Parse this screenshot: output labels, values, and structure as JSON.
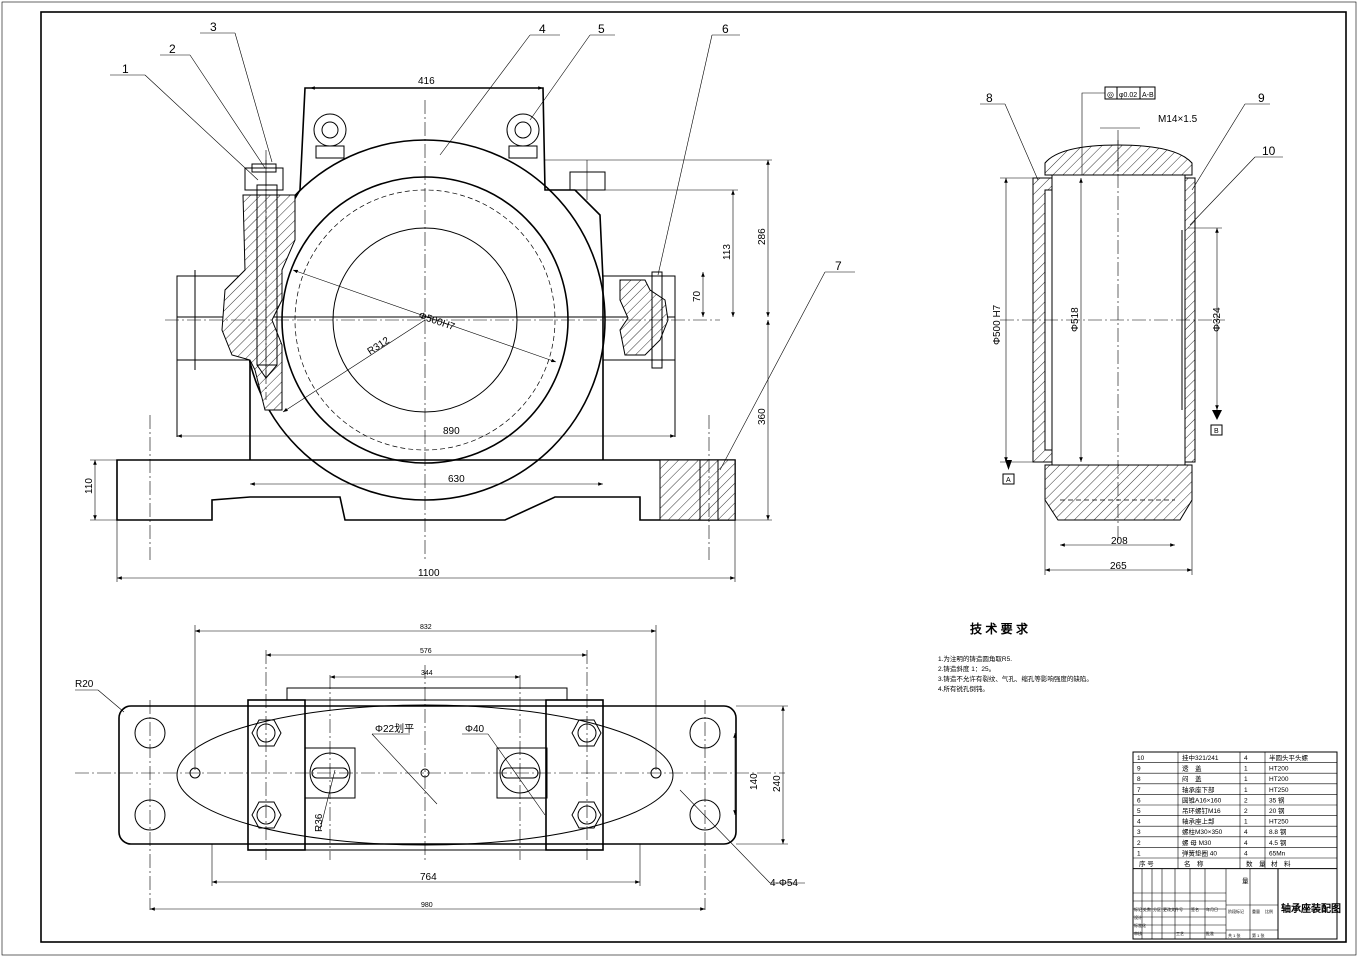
{
  "balloons": [
    "1",
    "2",
    "3",
    "4",
    "5",
    "6",
    "7",
    "8",
    "9",
    "10"
  ],
  "front_view": {
    "dims": {
      "w416": "416",
      "h286": "286",
      "h113": "113",
      "h70": "70",
      "d500": "Φ500H7",
      "r312": "R312",
      "w890": "890",
      "w630": "630",
      "h360": "360",
      "h110": "110",
      "w1100": "1100"
    }
  },
  "side_view": {
    "tolerance": [
      "◎",
      "φ0.02",
      "A-B"
    ],
    "thread": "M14×1.5",
    "dims": {
      "d500": "Φ500 H7",
      "d518": "Φ518",
      "d324": "Φ324",
      "w208": "208",
      "w265": "265"
    },
    "datums": [
      "A",
      "B"
    ]
  },
  "top_view": {
    "dims": {
      "w832": "832",
      "w576": "576",
      "w344": "344",
      "r20": "R20",
      "d22": "Φ22划平",
      "d40": "Φ40",
      "r36": "R36",
      "h140": "140",
      "h240": "240",
      "w764": "764",
      "w980": "980",
      "holes": "4-Φ54"
    }
  },
  "tech": {
    "title": "技 术 要 求",
    "items": [
      "1.为注明的铸造圆角取R5.",
      "2.铸造斜度 1：25。",
      "3.铸造不允许有裂纹、气孔、缩孔等影响强度的缺陷。",
      "4.所有锐孔倒钝。"
    ]
  },
  "bom": {
    "rows": [
      [
        "10",
        "挂中321/241",
        "4",
        "半圆头平头螺"
      ],
      [
        "9",
        "透　盖",
        "1",
        "HT200"
      ],
      [
        "8",
        "闷　盖",
        "1",
        "HT200"
      ],
      [
        "7",
        "轴承座下部",
        "1",
        "HT250"
      ],
      [
        "6",
        "圆锥A16×160",
        "2",
        "35 钢"
      ],
      [
        "5",
        "吊环螺钉M16",
        "2",
        "20 钢"
      ],
      [
        "4",
        "轴承座上部",
        "1",
        "HT250"
      ],
      [
        "3",
        "螺柱M30×350",
        "4",
        "8.8 钢"
      ],
      [
        "2",
        "螺 母 M30",
        "4",
        "4.5 钢"
      ],
      [
        "1",
        "弹簧垫圈 40",
        "4",
        "65Mn"
      ]
    ],
    "header": [
      "序 号",
      "名　称",
      "数　量",
      "材　料"
    ],
    "title_block": "轴承座装配图",
    "mid_label": "量",
    "tiny": [
      "标记",
      "处数",
      "分区",
      "更改文件号",
      "签名",
      "年月日",
      "设计",
      "标准化",
      "阶段标记",
      "重量",
      "比例",
      "审核",
      "工艺",
      "批准",
      "共 1 张",
      "第 1 张"
    ]
  }
}
